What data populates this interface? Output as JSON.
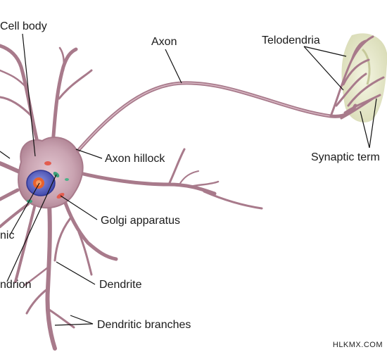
{
  "labels": {
    "cell_body": "Cell body",
    "axon": "Axon",
    "telodendria": "Telodendria",
    "axon_hillock": "Axon hillock",
    "synaptic_terminals": "Synaptic term",
    "golgi_apparatus": "Golgi apparatus",
    "nic": "nic",
    "ndrion": "ndrion",
    "dendrite": "Dendrite",
    "dendritic_branches": "Dendritic branches"
  },
  "watermark": "HLKMX.COM",
  "colors": {
    "membrane": "#b8909e",
    "membrane_dark": "#8d6373",
    "cytoplasm": "#c9a3b1",
    "nucleus": "#5560c8",
    "nucleolus": "#e8622d",
    "terminal_tissue": "#e6e8c7",
    "leader_line": "#111111"
  }
}
